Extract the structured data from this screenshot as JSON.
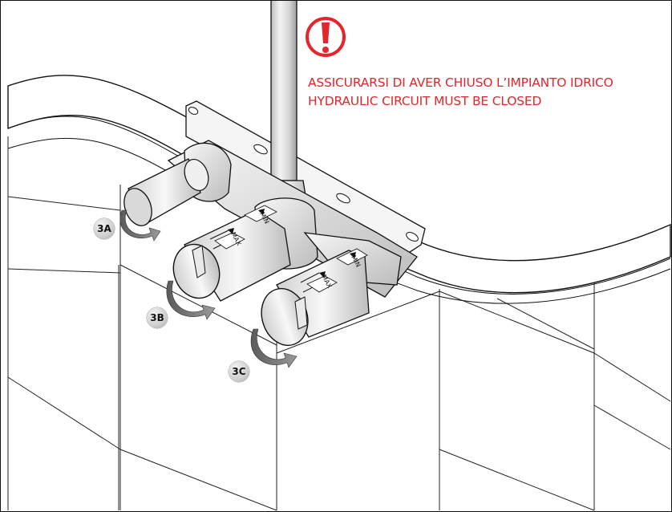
{
  "warning": {
    "icon": "exclamation-icon",
    "color": "#e3262b",
    "line_it": "ASSICURARSI DI AVER CHIUSO L’IMPIANTO  IDRICO",
    "line_en": "HYDRAULIC CIRCUIT MUST BE CLOSED"
  },
  "steps": {
    "a": "3A",
    "b": "3B",
    "c": "3C"
  },
  "dials": {
    "min_label": "MIN",
    "max_label": "MAX"
  }
}
